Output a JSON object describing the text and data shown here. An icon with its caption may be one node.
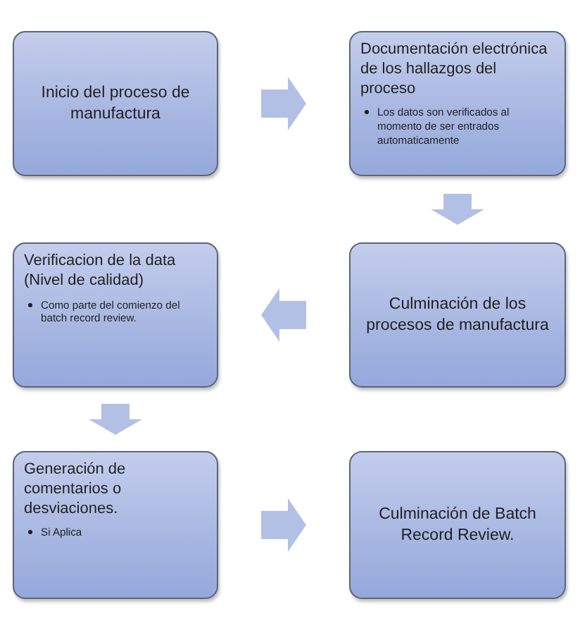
{
  "diagram": {
    "nodes": [
      {
        "text": [
          "Inicio del proceso de manufactura"
        ]
      },
      {
        "text": [
          "Documentación electrónica de los hallazgos del proceso",
          "Los datos son verificados al momento de ser entrados automaticamente"
        ]
      },
      {
        "text": [
          "Culminación de los procesos de manufactura"
        ]
      },
      {
        "text": [
          "Verificacion de la data (Nivel de calidad)",
          "Como parte del comienzo del batch record review."
        ]
      },
      {
        "text": [
          "Generación de comentarios o desviaciones.",
          "Si Aplica"
        ]
      },
      {
        "text": [
          "Culminación de Batch Record Review."
        ]
      }
    ],
    "edges": [
      {
        "from": 0,
        "to": 1,
        "arrow": "to"
      },
      {
        "from": 1,
        "to": 2,
        "arrow": "to"
      },
      {
        "from": 2,
        "to": 3,
        "arrow": "to"
      },
      {
        "from": 3,
        "to": 4,
        "arrow": "to"
      },
      {
        "from": 4,
        "to": 5,
        "arrow": "to"
      }
    ]
  }
}
